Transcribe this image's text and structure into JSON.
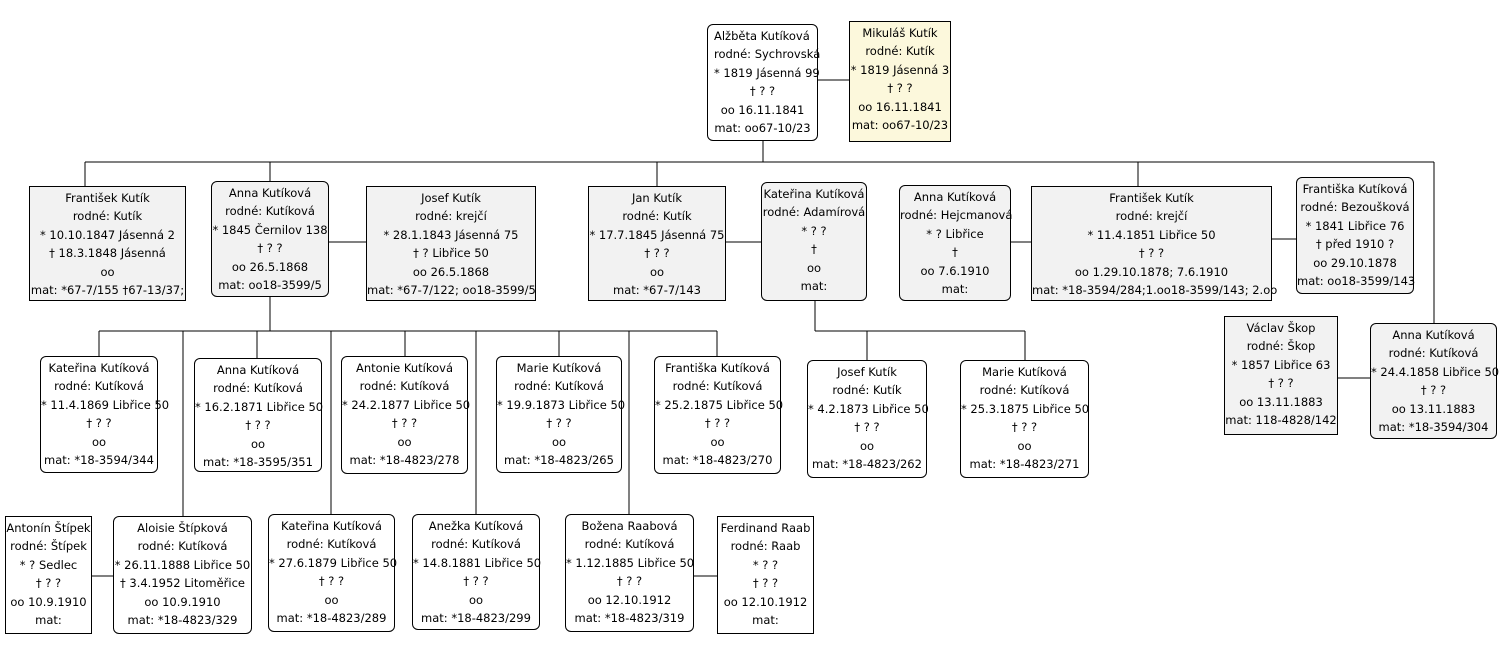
{
  "people": {
    "alzbeta": [
      "Alžběta Kutíková",
      "rodné: Sychrovská",
      "* 1819 Jásenná 99",
      "† ? ?",
      "oo 16.11.1841",
      "mat: oo67-10/23"
    ],
    "mikulas": [
      "Mikuláš Kutík",
      "rodné: Kutík",
      "* 1819 Jásenná 3",
      "† ? ?",
      "oo 16.11.1841",
      "mat: oo67-10/23"
    ],
    "frantisek1": [
      "František Kutík",
      "rodné: Kutík",
      "* 10.10.1847 Jásenná 2",
      "† 18.3.1848 Jásenná",
      "oo",
      "mat: *67-7/155 †67-13/37;"
    ],
    "anna1": [
      "Anna Kutíková",
      "rodné: Kutíková",
      "* 1845 Černilov 138",
      "† ? ?",
      "oo 26.5.1868",
      "mat: oo18-3599/5"
    ],
    "josef1": [
      "Josef Kutík",
      "rodné: krejčí",
      "* 28.1.1843 Jásenná 75",
      "† ? Libřice 50",
      "oo 26.5.1868",
      "mat: *67-7/122; oo18-3599/5"
    ],
    "jan": [
      "Jan Kutík",
      "rodné: Kutík",
      "* 17.7.1845 Jásenná 75",
      "† ? ?",
      "oo",
      "mat: *67-7/143"
    ],
    "katerina1": [
      "Kateřina Kutíková",
      "rodné: Adamírová",
      "* ? ?",
      "†",
      "oo",
      "mat:"
    ],
    "anna2": [
      "Anna Kutíková",
      "rodné: Hejcmanová",
      "* ? Libřice",
      "†",
      "oo 7.6.1910",
      "mat:"
    ],
    "frantisek2": [
      "František Kutík",
      "rodné: krejčí",
      "* 11.4.1851 Libřice 50",
      "† ? ?",
      "oo 1.29.10.1878; 7.6.1910",
      "mat: *18-3594/284;1.oo18-3599/143; 2.oo"
    ],
    "frantiska1": [
      "Františka Kutíková",
      "rodné: Bezoušková",
      "* 1841 Libřice 76",
      "† před 1910 ?",
      "oo 29.10.1878",
      "mat: oo18-3599/143"
    ],
    "katerina2": [
      "Kateřina Kutíková",
      "rodné: Kutíková",
      "* 11.4.1869 Libřice 50",
      "† ? ?",
      "oo",
      "mat: *18-3594/344"
    ],
    "anna3": [
      "Anna Kutíková",
      "rodné: Kutíková",
      "* 16.2.1871 Libřice 50",
      "† ? ?",
      "oo",
      "mat: *18-3595/351"
    ],
    "antonie": [
      "Antonie Kutíková",
      "rodné: Kutíková",
      "* 24.2.1877 Libřice 50",
      "† ? ?",
      "oo",
      "mat: *18-4823/278"
    ],
    "marie1": [
      "Marie Kutíková",
      "rodné: Kutíková",
      "* 19.9.1873 Libřice 50",
      "† ? ?",
      "oo",
      "mat: *18-4823/265"
    ],
    "frantiska2": [
      "Františka Kutíková",
      "rodné: Kutíková",
      "* 25.2.1875 Libřice 50",
      "† ? ?",
      "oo",
      "mat: *18-4823/270"
    ],
    "josef2": [
      "Josef Kutík",
      "rodné: Kutík",
      "* 4.2.1873 Libřice 50",
      "† ? ?",
      "oo",
      "mat: *18-4823/262"
    ],
    "marie2": [
      "Marie Kutíková",
      "rodné: Kutíková",
      "* 25.3.1875 Libřice 50",
      "† ? ?",
      "oo",
      "mat: *18-4823/271"
    ],
    "vaclav": [
      "Václav Škop",
      "rodné: Škop",
      "* 1857 Libřice 63",
      "† ? ?",
      "oo 13.11.1883",
      "mat: 118-4828/142"
    ],
    "anna4": [
      "Anna Kutíková",
      "rodné: Kutíková",
      "* 24.4.1858 Libřice 50",
      "† ? ?",
      "oo 13.11.1883",
      "mat: *18-3594/304"
    ],
    "antonin": [
      "Antonín Štípek",
      "rodné: Štípek",
      "* ? Sedlec",
      "† ? ?",
      "oo 10.9.1910",
      "mat:"
    ],
    "aloisie": [
      "Aloisie Štípková",
      "rodné: Kutíková",
      "* 26.11.1888 Libřice 50",
      "† 3.4.1952 Litoměřice",
      "oo 10.9.1910",
      "mat: *18-4823/329"
    ],
    "katerina3": [
      "Kateřina Kutíková",
      "rodné: Kutíková",
      "* 27.6.1879 Libřice 50",
      "† ? ?",
      "oo",
      "mat: *18-4823/289"
    ],
    "anezka": [
      "Anežka Kutíková",
      "rodné: Kutíková",
      "* 14.8.1881 Libřice 50",
      "† ? ?",
      "oo",
      "mat: *18-4823/299"
    ],
    "bozena": [
      "Božena Raabová",
      "rodné: Kutíková",
      "* 1.12.1885 Libřice 50",
      "† ? ?",
      "oo 12.10.1912",
      "mat: *18-4823/319"
    ],
    "ferdinand": [
      "Ferdinand Raab",
      "rodné: Raab",
      "* ? ?",
      "† ? ?",
      "oo 12.10.1912",
      "mat:"
    ]
  }
}
